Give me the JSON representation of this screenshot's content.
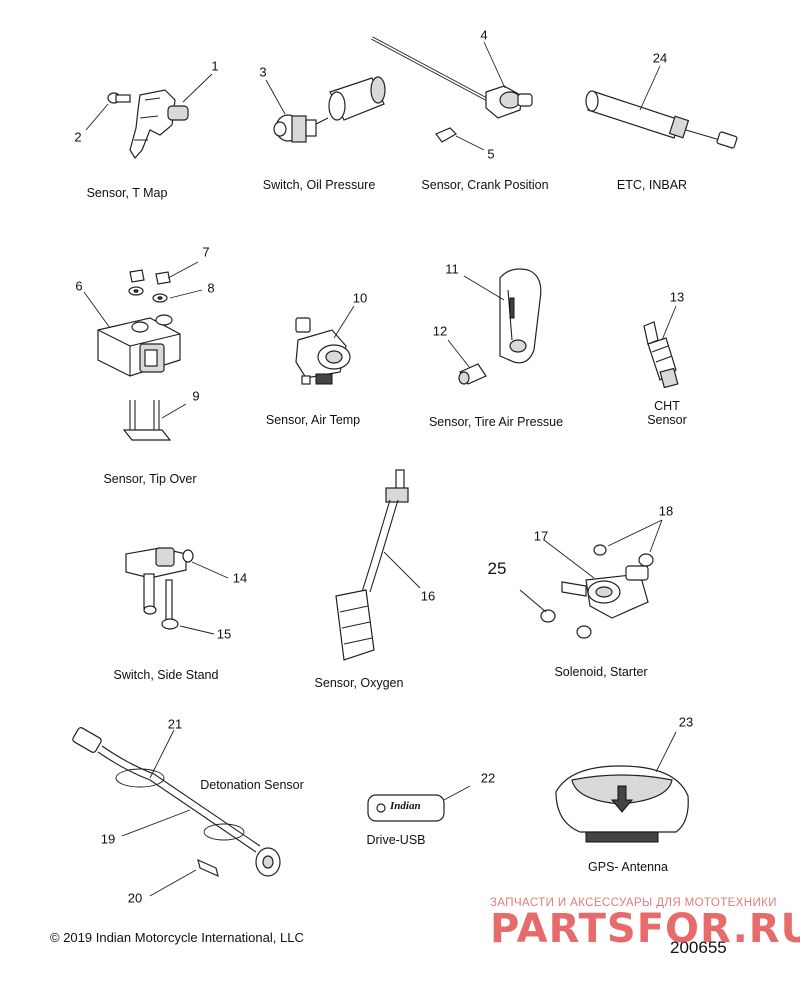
{
  "captions": {
    "t_map": "Sensor, T Map",
    "oil_pressure": "Switch, Oil Pressure",
    "crank_position": "Sensor, Crank Position",
    "etc": "ETC, INBAR",
    "tip_over": "Sensor, Tip Over",
    "air_temp": "Sensor, Air Temp",
    "tire_air": "Sensor, Tire Air Pressue",
    "cht_line1": "CHT",
    "cht_line2": "Sensor",
    "side_stand": "Switch, Side Stand",
    "oxygen": "Sensor, Oxygen",
    "starter": "Solenoid, Starter",
    "detonation": "Detonation Sensor",
    "drive_usb": "Drive-USB",
    "gps": "GPS- Antenna"
  },
  "callouts": [
    "1",
    "2",
    "3",
    "4",
    "5",
    "6",
    "7",
    "8",
    "9",
    "10",
    "11",
    "12",
    "13",
    "14",
    "15",
    "16",
    "17",
    "18",
    "19",
    "20",
    "21",
    "22",
    "23",
    "24",
    "25"
  ],
  "footer": {
    "copyright": "© 2019 Indian Motorcycle International, LLC",
    "doc_number": "200655"
  },
  "watermark": {
    "tagline": "ЗАПЧАСТИ И АКСЕССУАРЫ ДЛЯ МОТОТЕХНИКИ",
    "logo_text": "PARTSFOR.RU"
  },
  "usb_brand": "Indian",
  "colors": {
    "line": "#222222",
    "watermark": "#e45252"
  }
}
